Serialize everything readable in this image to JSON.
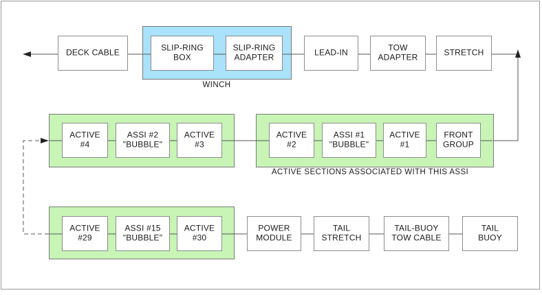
{
  "groups": {
    "winch": {
      "caption": "WINCH",
      "color": "#a9e2fa"
    },
    "active_group_4": {
      "caption": "",
      "color": "#c8f4b5"
    },
    "active_group_1": {
      "caption": "ACTIVE SECTIONS ASSOCIATED WITH THIS ASSI",
      "color": "#c8f4b5"
    },
    "active_group_29": {
      "caption": "",
      "color": "#c8f4b5"
    }
  },
  "nodes": {
    "deck_cable": [
      "DECK CABLE"
    ],
    "slip_ring_box": [
      "SLIP-RING",
      "BOX"
    ],
    "slip_ring_adapter": [
      "SLIP-RING",
      "ADAPTER"
    ],
    "lead_in": [
      "LEAD-IN"
    ],
    "tow_adapter": [
      "TOW",
      "ADAPTER"
    ],
    "stretch": [
      "STRETCH"
    ],
    "active_4": [
      "ACTIVE",
      "#4"
    ],
    "assi_2": [
      "ASSI #2",
      "\"BUBBLE\""
    ],
    "active_3": [
      "ACTIVE",
      "#3"
    ],
    "active_2": [
      "ACTIVE",
      "#2"
    ],
    "assi_1": [
      "ASSI #1",
      "\"BUBBLE\""
    ],
    "active_1": [
      "ACTIVE",
      "#1"
    ],
    "front_group": [
      "FRONT",
      "GROUP"
    ],
    "active_29": [
      "ACTIVE",
      "#29"
    ],
    "assi_15": [
      "ASSI #15",
      "\"BUBBLE\""
    ],
    "active_30": [
      "ACTIVE",
      "#30"
    ],
    "power_module": [
      "POWER",
      "MODULE"
    ],
    "tail_stretch": [
      "TAIL",
      "STRETCH"
    ],
    "tail_buoy_tow_cable": [
      "TAIL-BUOY",
      "TOW CABLE"
    ],
    "tail_buoy": [
      "TAIL",
      "BUOY"
    ]
  }
}
